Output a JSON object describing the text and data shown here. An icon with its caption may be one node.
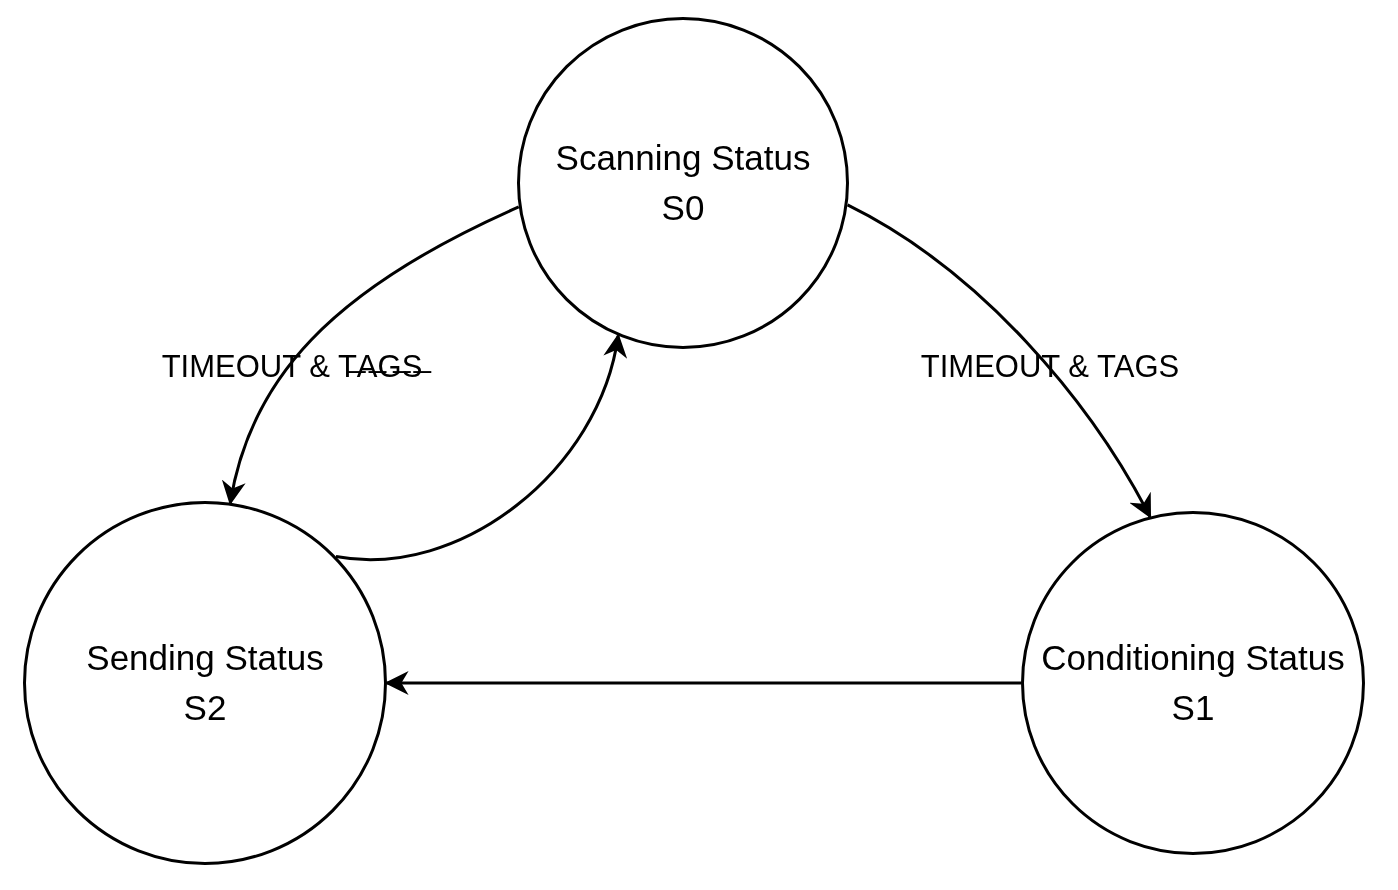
{
  "diagram": {
    "nodes": [
      {
        "text": [
          "Scanning Status",
          "S0"
        ]
      },
      {
        "text": [
          "Conditioning Status",
          "S1"
        ]
      },
      {
        "text": [
          "Sending Status",
          "S2"
        ]
      }
    ],
    "edges": [
      {
        "from": 0,
        "to": 2,
        "arrow": "to",
        "label": "TIMEOUT & T̶A̶G̶S̶"
      },
      {
        "from": 0,
        "to": 1,
        "arrow": "to",
        "label": "TIMEOUT & TAGS"
      },
      {
        "from": 1,
        "to": 2,
        "arrow": "to"
      },
      {
        "from": 2,
        "to": 0,
        "arrow": "to"
      }
    ]
  }
}
